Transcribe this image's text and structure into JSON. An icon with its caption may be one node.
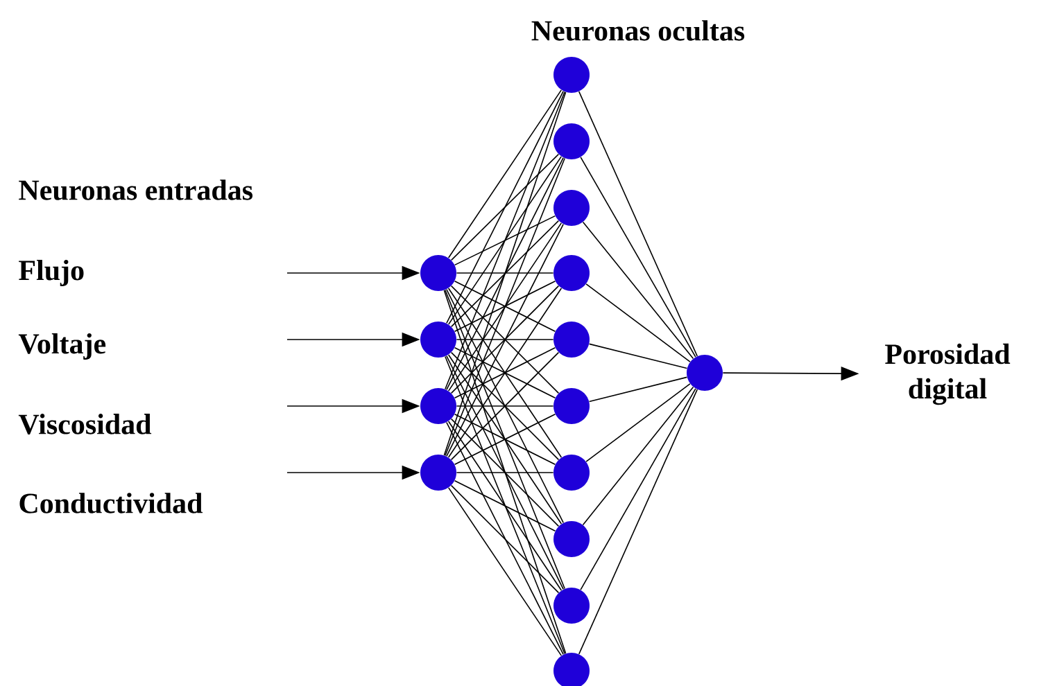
{
  "diagram": {
    "nodes": [
      {
        "text": [],
        "shape": "circle"
      },
      {
        "text": [],
        "shape": "circle"
      },
      {
        "text": [],
        "shape": "circle"
      },
      {
        "text": [],
        "shape": "circle"
      },
      {
        "text": [],
        "shape": "circle"
      },
      {
        "text": [],
        "shape": "circle"
      },
      {
        "text": [],
        "shape": "circle"
      },
      {
        "text": [],
        "shape": "circle"
      },
      {
        "text": [],
        "shape": "circle"
      },
      {
        "text": [],
        "shape": "circle"
      },
      {
        "text": [],
        "shape": "circle"
      },
      {
        "text": [],
        "shape": "circle"
      },
      {
        "text": [],
        "shape": "circle"
      },
      {
        "text": [],
        "shape": "circle"
      },
      {
        "text": [],
        "shape": "circle"
      },
      {
        "text": [
          "Porosidad digital"
        ]
      }
    ],
    "edges": [
      {
        "from": null,
        "to": 0,
        "arrow": "to"
      },
      {
        "from": null,
        "to": 1,
        "arrow": "to"
      },
      {
        "from": null,
        "to": 2,
        "arrow": "to"
      },
      {
        "from": null,
        "to": 3,
        "arrow": "to"
      },
      {
        "from": 0,
        "to": 4,
        "arrow": "none"
      },
      {
        "from": 0,
        "to": 5,
        "arrow": "none"
      },
      {
        "from": 0,
        "to": 6,
        "arrow": "none"
      },
      {
        "from": 0,
        "to": 7,
        "arrow": "none"
      },
      {
        "from": 0,
        "to": 8,
        "arrow": "none"
      },
      {
        "from": 0,
        "to": 9,
        "arrow": "none"
      },
      {
        "from": 0,
        "to": 10,
        "arrow": "none"
      },
      {
        "from": 0,
        "to": 11,
        "arrow": "none"
      },
      {
        "from": 0,
        "to": 12,
        "arrow": "none"
      },
      {
        "from": 0,
        "to": 13,
        "arrow": "none"
      },
      {
        "from": 1,
        "to": 4,
        "arrow": "none"
      },
      {
        "from": 1,
        "to": 5,
        "arrow": "none"
      },
      {
        "from": 1,
        "to": 6,
        "arrow": "none"
      },
      {
        "from": 1,
        "to": 7,
        "arrow": "none"
      },
      {
        "from": 1,
        "to": 8,
        "arrow": "none"
      },
      {
        "from": 1,
        "to": 9,
        "arrow": "none"
      },
      {
        "from": 1,
        "to": 10,
        "arrow": "none"
      },
      {
        "from": 1,
        "to": 11,
        "arrow": "none"
      },
      {
        "from": 1,
        "to": 12,
        "arrow": "none"
      },
      {
        "from": 1,
        "to": 13,
        "arrow": "none"
      },
      {
        "from": 2,
        "to": 4,
        "arrow": "none"
      },
      {
        "from": 2,
        "to": 5,
        "arrow": "none"
      },
      {
        "from": 2,
        "to": 6,
        "arrow": "none"
      },
      {
        "from": 2,
        "to": 7,
        "arrow": "none"
      },
      {
        "from": 2,
        "to": 8,
        "arrow": "none"
      },
      {
        "from": 2,
        "to": 9,
        "arrow": "none"
      },
      {
        "from": 2,
        "to": 10,
        "arrow": "none"
      },
      {
        "from": 2,
        "to": 11,
        "arrow": "none"
      },
      {
        "from": 2,
        "to": 12,
        "arrow": "none"
      },
      {
        "from": 2,
        "to": 13,
        "arrow": "none"
      },
      {
        "from": 3,
        "to": 4,
        "arrow": "none"
      },
      {
        "from": 3,
        "to": 5,
        "arrow": "none"
      },
      {
        "from": 3,
        "to": 6,
        "arrow": "none"
      },
      {
        "from": 3,
        "to": 7,
        "arrow": "none"
      },
      {
        "from": 3,
        "to": 8,
        "arrow": "none"
      },
      {
        "from": 3,
        "to": 9,
        "arrow": "none"
      },
      {
        "from": 3,
        "to": 10,
        "arrow": "none"
      },
      {
        "from": 3,
        "to": 11,
        "arrow": "none"
      },
      {
        "from": 3,
        "to": 12,
        "arrow": "none"
      },
      {
        "from": 3,
        "to": 13,
        "arrow": "none"
      },
      {
        "from": 4,
        "to": 14,
        "arrow": "none"
      },
      {
        "from": 5,
        "to": 14,
        "arrow": "none"
      },
      {
        "from": 6,
        "to": 14,
        "arrow": "none"
      },
      {
        "from": 7,
        "to": 14,
        "arrow": "none"
      },
      {
        "from": 8,
        "to": 14,
        "arrow": "none"
      },
      {
        "from": 9,
        "to": 14,
        "arrow": "none"
      },
      {
        "from": 10,
        "to": 14,
        "arrow": "none"
      },
      {
        "from": 11,
        "to": 14,
        "arrow": "none"
      },
      {
        "from": 12,
        "to": 14,
        "arrow": "none"
      },
      {
        "from": 13,
        "to": 14,
        "arrow": "none"
      },
      {
        "from": 14,
        "to": 15,
        "arrow": "to"
      }
    ],
    "labels": [
      "Neuronas ocultas",
      "Neuronas entradas",
      "Flujo",
      "Voltaje",
      "Viscosidad",
      "Conductividad"
    ]
  }
}
